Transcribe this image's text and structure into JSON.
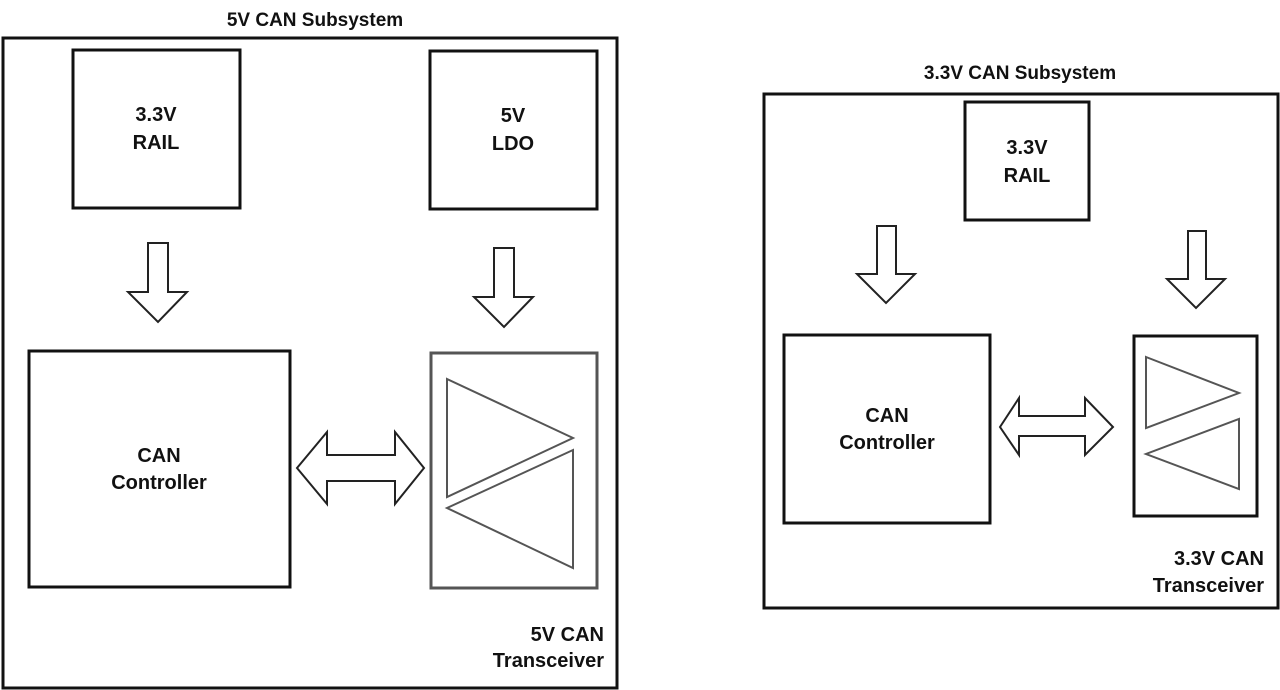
{
  "diagram": {
    "subsystems": [
      {
        "id": "5v",
        "title": "5V CAN Subsystem",
        "power_blocks": [
          {
            "line1": "3.3V",
            "line2": "RAIL",
            "feeds": "CAN Controller"
          },
          {
            "line1": "5V",
            "line2": "LDO",
            "feeds": "5V CAN Transceiver"
          }
        ],
        "controller": {
          "line1": "CAN",
          "line2": "Controller"
        },
        "transceiver": {
          "line1": "5V CAN",
          "line2": "Transceiver"
        },
        "link": "bidirectional"
      },
      {
        "id": "3v3",
        "title": "3.3V CAN Subsystem",
        "power_blocks": [
          {
            "line1": "3.3V",
            "line2": "RAIL",
            "feeds": "CAN Controller and 3.3V CAN Transceiver"
          }
        ],
        "controller": {
          "line1": "CAN",
          "line2": "Controller"
        },
        "transceiver": {
          "line1": "3.3V CAN",
          "line2": "Transceiver"
        },
        "link": "bidirectional"
      }
    ]
  }
}
